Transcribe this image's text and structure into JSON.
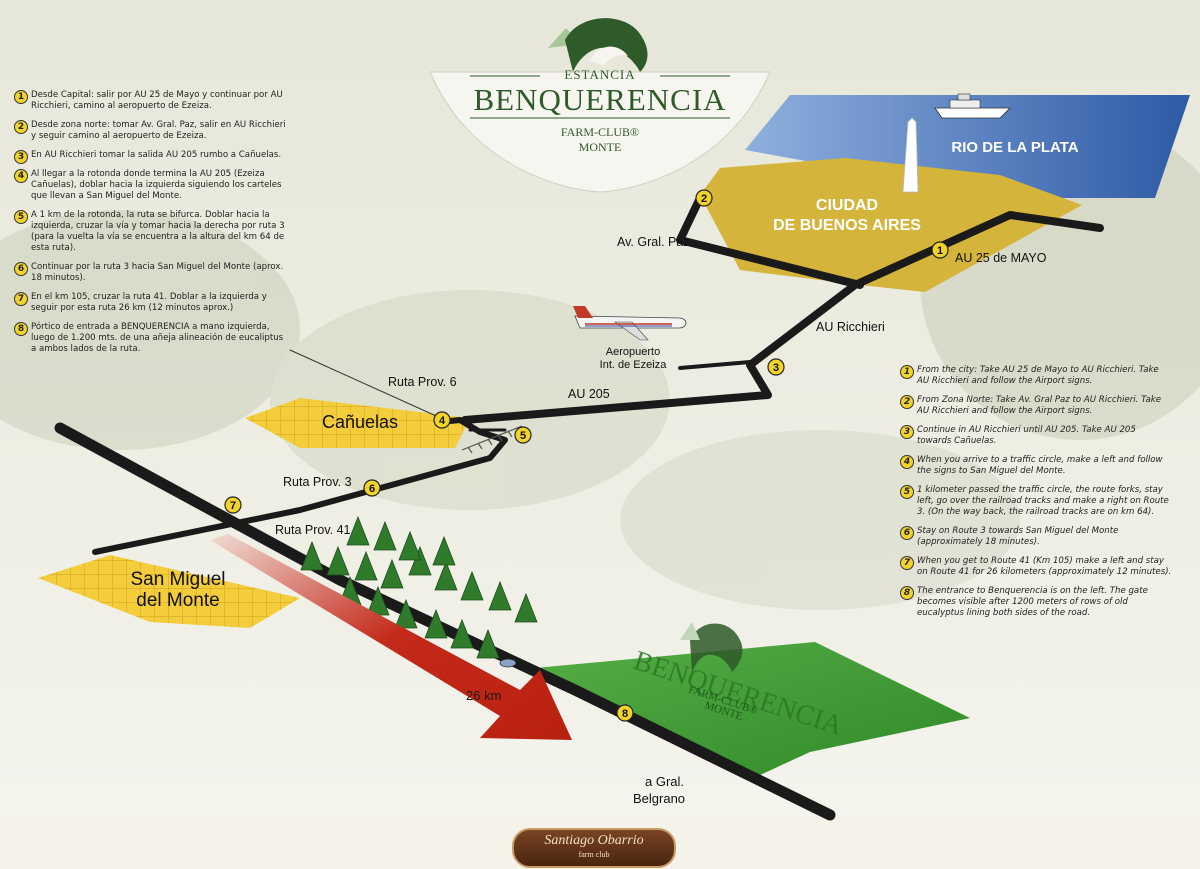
{
  "brand": {
    "top": "ESTANCIA",
    "name": "BENQUERENCIA",
    "sub": "FARM-CLUB®",
    "place": "MONTE"
  },
  "places": {
    "rio": "RIO DE LA PLATA",
    "ciudad_1": "CIUDAD",
    "ciudad_2": "DE BUENOS AIRES",
    "canuelas": "Cañuelas",
    "san_miguel_1": "San Miguel",
    "san_miguel_2": "del Monte",
    "airport_1": "Aeropuerto",
    "airport_2": "Int. de Ezeiza",
    "belgrano_1": "a Gral.",
    "belgrano_2": "Belgrano"
  },
  "roads": {
    "gral_paz": "Av. Gral. Paz",
    "au25": "AU 25 de MAYO",
    "ricchieri": "AU Ricchieri",
    "au205": "AU 205",
    "ruta6": "Ruta Prov. 6",
    "ruta3": "Ruta Prov. 3",
    "ruta41": "Ruta Prov. 41",
    "distance": "26 km"
  },
  "markers": [
    "1",
    "2",
    "3",
    "4",
    "5",
    "6",
    "7",
    "8"
  ],
  "instructions_es": [
    {
      "n": "1",
      "text": "Desde Capital: salir por AU 25 de Mayo y continuar por AU Ricchieri, camino al aeropuerto de Ezeiza."
    },
    {
      "n": "2",
      "text": "Desde zona norte: tomar Av. Gral. Paz, salir en AU Ricchieri y seguir camino al aeropuerto de Ezeiza."
    },
    {
      "n": "3",
      "text": "En AU Ricchieri tomar la salida AU 205 rumbo a Cañuelas."
    },
    {
      "n": "4",
      "text": "Al llegar a la rotonda donde termina la AU 205 (Ezeiza Cañuelas), doblar hacia la izquierda siguiendo los carteles que llevan a San Miguel del Monte."
    },
    {
      "n": "5",
      "text": "A 1 km de la rotonda, la ruta se bifurca. Doblar hacia la izquierda, cruzar la vía y tomar hacia la derecha por ruta 3 (para la vuelta la vía se encuentra a la altura del km 64 de esta ruta)."
    },
    {
      "n": "6",
      "text": "Continuar por la ruta 3 hacia San Miguel del Monte (aprox. 18 minutos)."
    },
    {
      "n": "7",
      "text": "En el km 105, cruzar la ruta 41. Doblar a la izquierda y seguir por esta ruta 26 km (12 minutos aprox.)"
    },
    {
      "n": "8",
      "text": "Pórtico de entrada a BENQUERENCIA a mano izquierda, luego de 1.200 mts. de una añeja alineación de eucaliptus a ambos lados de la ruta."
    }
  ],
  "instructions_en": [
    {
      "n": "1",
      "text": "From the city: Take AU 25 de Mayo to AU Ricchieri. Take AU Ricchieri and follow the Airport signs."
    },
    {
      "n": "2",
      "text": "From Zona Norte: Take Av. Gral Paz to AU Ricchieri. Take AU Ricchieri and follow the Airport signs."
    },
    {
      "n": "3",
      "text": "Continue in AU Ricchieri until AU 205. Take AU 205 towards Cañuelas."
    },
    {
      "n": "4",
      "text": "When you arrive to a traffic circle, make a left and follow the signs to San Miguel del Monte."
    },
    {
      "n": "5",
      "text": "1 kilometer passed the traffic circle, the route forks, stay left, go over the railroad tracks and make a right on Route 3. (On the way back, the railroad tracks are on km 64)."
    },
    {
      "n": "6",
      "text": "Stay on Route 3 towards San Miguel del Monte (approximately 18 minutes)."
    },
    {
      "n": "7",
      "text": "When you get to Route 41 (Km 105) make a left and stay on Route 41 for 26 kilometers (approximately 12 minutes)."
    },
    {
      "n": "8",
      "text": "The entrance to Benquerencia is on the left. The gate becomes visible after 1200 meters of rows of old eucalyptus lining both sides of the road."
    }
  ],
  "footer": {
    "brand": "Santiago Obarrio",
    "sub": "farm club"
  },
  "colors": {
    "river": "#3f6db6",
    "city": "#d4b43a",
    "town": "#f3cd3c",
    "estate": "#3f9a35",
    "road": "#1a1a1a",
    "arrow": "#c42a1b",
    "marker": "#f2d32a",
    "brand_green": "#2f5a2a"
  },
  "icons": [
    "airplane-icon",
    "ship-icon",
    "obelisk-icon",
    "tree-icon",
    "car-icon",
    "estancia-logo-icon"
  ]
}
